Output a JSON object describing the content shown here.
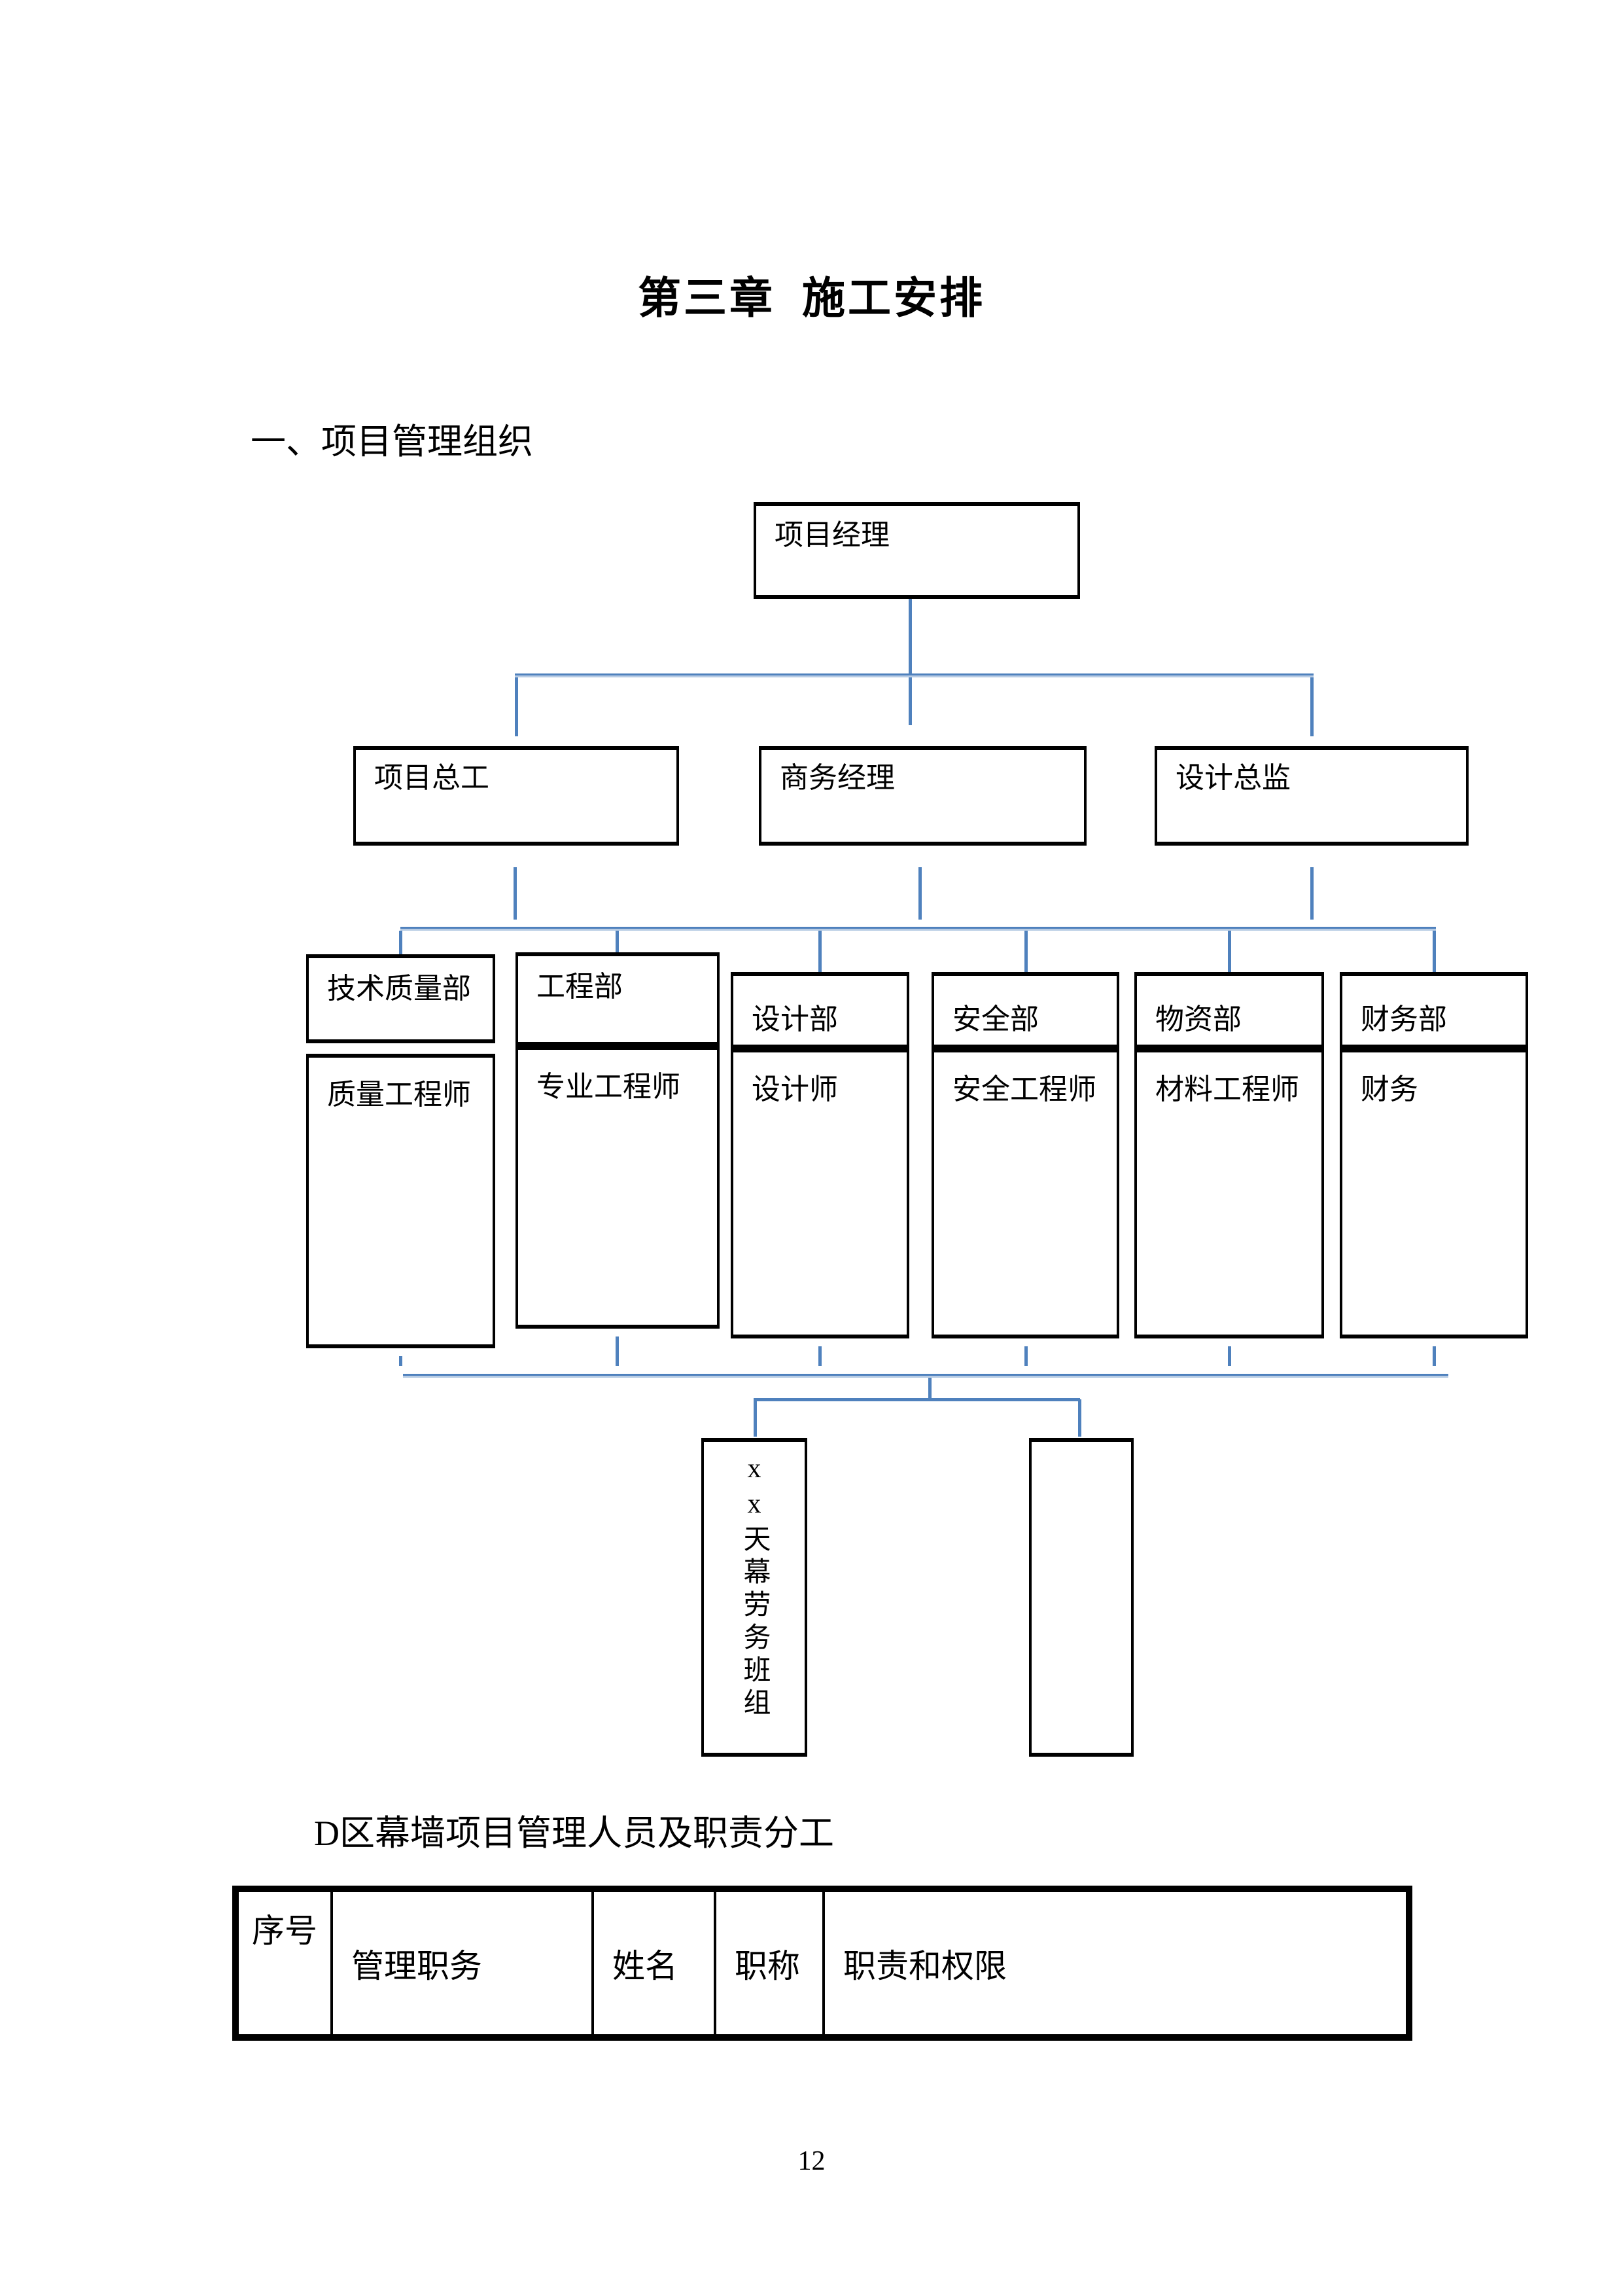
{
  "page": {
    "title": "第三章  施工安排",
    "section_heading": "一、项目管理组织",
    "caption": "D区幕墙项目管理人员及职责分工",
    "page_number": "12"
  },
  "org_chart": {
    "connector_color": "#4f81bd",
    "level1": {
      "label": "项目经理"
    },
    "level2": [
      {
        "label": "项目总工"
      },
      {
        "label": "商务经理"
      },
      {
        "label": "设计总监"
      }
    ],
    "departments": [
      {
        "dept": "技术质量部",
        "role": "质量工程师"
      },
      {
        "dept": "工程部",
        "role": "专业工程师"
      },
      {
        "dept": "设计部",
        "role": "设计师"
      },
      {
        "dept": "安全部",
        "role": "安全工程师"
      },
      {
        "dept": "物资部",
        "role": "材料工程师"
      },
      {
        "dept": "财务部",
        "role": "财务"
      }
    ],
    "labor_team": {
      "label": "xx天幕劳务班组"
    },
    "empty_box": {
      "label": ""
    }
  },
  "table": {
    "headers": [
      "序号",
      "管理职务",
      "姓名",
      "职称",
      "职责和权限"
    ]
  }
}
